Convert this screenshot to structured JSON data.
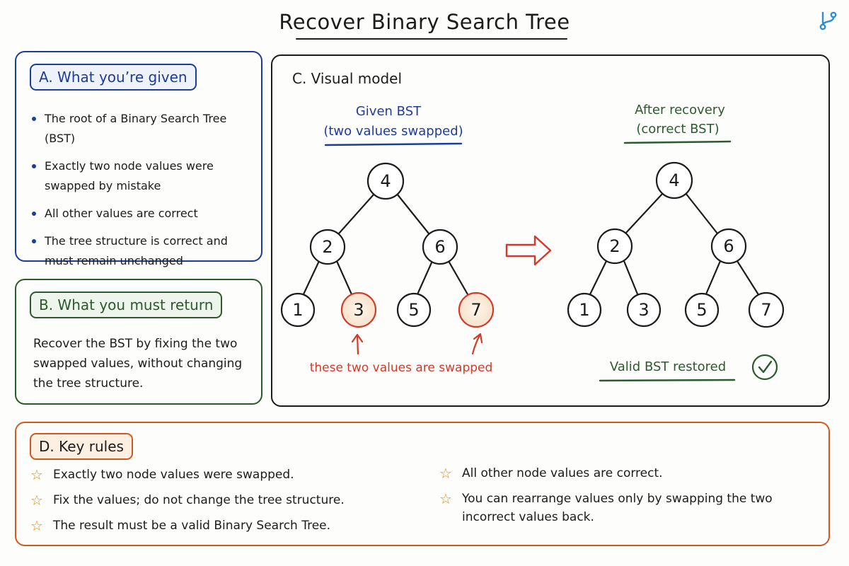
{
  "title": "Recover Binary Search Tree",
  "panel_a": {
    "heading": "A. What you’re given",
    "items": [
      "The root of a Binary Search Tree (BST)",
      "Exactly two node values were swapped by mistake",
      "All other values are correct",
      "The tree structure is correct and must remain unchanged"
    ]
  },
  "panel_b": {
    "heading": "B. What you must return",
    "text": "Recover the BST by fixing the two swapped values, without changing the tree structure."
  },
  "panel_c": {
    "heading": "C. Visual model",
    "given_title_line1": "Given BST",
    "given_title_line2": "(two values swapped)",
    "after_title_line1": "After recovery",
    "after_title_line2": "(correct BST)",
    "given_tree": [
      "4",
      "2",
      "6",
      "1",
      "3",
      "5",
      "7"
    ],
    "after_tree": [
      "4",
      "2",
      "6",
      "1",
      "3",
      "5",
      "7"
    ],
    "swapped_note": "these two values are swapped",
    "valid_note": "Valid BST restored"
  },
  "panel_d": {
    "heading": "D. Key rules",
    "left_rules": [
      "Exactly two node values were swapped.",
      "Fix the values; do not change the tree structure.",
      "The result must be a valid Binary Search Tree."
    ],
    "right_rules": [
      "All other node values are correct.",
      "You can rearrange values only by swapping the two incorrect values back."
    ]
  },
  "colors": {
    "blue": "#1d3d9a",
    "green": "#2b5a2e",
    "red": "#d23a2a",
    "orange": "#d2591e",
    "star": "#e88a1a",
    "node_highlight_fill": "#fbeee0"
  },
  "icons": {
    "corner": "git-branch-icon",
    "arrow": "right-arrow-icon",
    "check": "check-circle-icon",
    "star": "star-icon"
  }
}
